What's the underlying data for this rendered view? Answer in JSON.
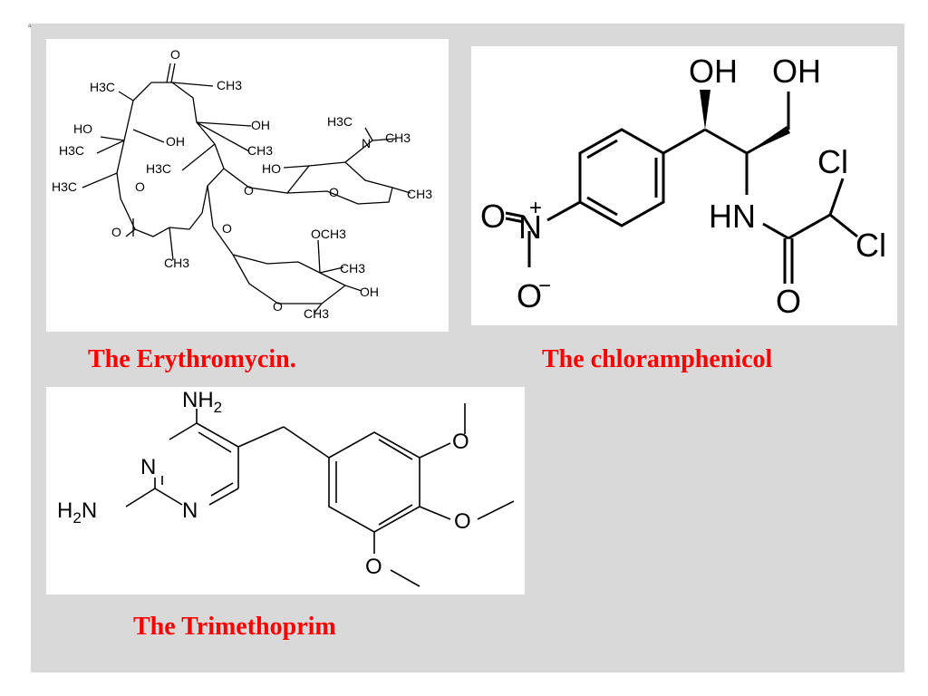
{
  "slide": {
    "corner_mark": "a",
    "caption_color": "#ff0000",
    "background_color": "#d9d9d9"
  },
  "erythromycin": {
    "caption": "The Erythromycin.",
    "labels": {
      "ketone_o": "O",
      "h3c_top": "H3C",
      "ch3_top": "CH3",
      "ho_left": "HO",
      "oh_mid": "OH",
      "oh_right": "OH",
      "h3c_left": "H3C",
      "ch3_ring": "CH3",
      "h3c_mid": "H3C",
      "h3c_far": "H3C",
      "ring_o": "O",
      "lactone_o": "O",
      "ch3_bottom": "CH3",
      "amine_n": "N",
      "h3c_n": "H3C",
      "ch3_n": "CH3",
      "ho_sugar": "HO",
      "sugar_o1": "O",
      "ch3_sugar": "CH3",
      "glyco_o1": "O",
      "glyco_o2": "O",
      "och3": "OCH3",
      "ch3_s2a": "CH3",
      "oh_s2": "OH",
      "ch3_s2b": "CH3",
      "sugar_o2": "O"
    }
  },
  "chloramphenicol": {
    "caption": "The chloramphenicol",
    "labels": {
      "oh1": "OH",
      "oh2": "OH",
      "cl1": "Cl",
      "cl2": "Cl",
      "hn": "HN",
      "carbonyl_o": "O",
      "nitro_o1": "O",
      "nitro_n": "N",
      "nitro_o2": "O",
      "plus": "+",
      "minus": "−"
    }
  },
  "trimethoprim": {
    "caption": "The Trimethoprim",
    "labels": {
      "nh2_top": "NH",
      "nh2_top_sub": "2",
      "n1": "N",
      "n2": "N",
      "h2n": "H",
      "h2n_sub": "2",
      "h2n_n": "N",
      "o1": "O",
      "o2": "O",
      "o3": "O"
    }
  }
}
